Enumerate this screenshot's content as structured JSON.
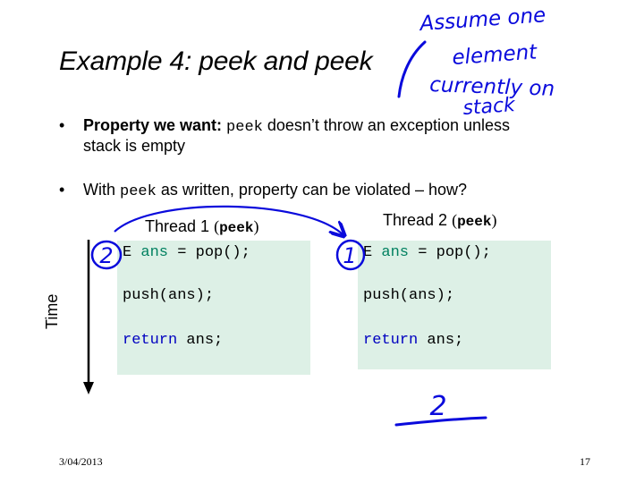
{
  "slide": {
    "title": "Example 4: peek and peek",
    "date": "3/04/2013",
    "page_number": "17"
  },
  "bullets": [
    {
      "marker": "•",
      "bold_lead": "Property we want:",
      "code": "peek",
      "text_after": "doesn’t throw an exception unless",
      "line2": "stack is empty"
    },
    {
      "marker": "•",
      "text_before": "With",
      "code": "peek",
      "text_after": "as written, property can be violated – how?"
    }
  ],
  "threads": [
    {
      "label": "Thread 1",
      "paren_open": "(",
      "method": "peek",
      "paren_close": ")",
      "code": {
        "l1_start": "E ",
        "l1_var": "ans",
        "l1_rest": " = pop();",
        "l2": "push(ans);",
        "l3_kw": "return",
        "l3_rest": " ans;"
      }
    },
    {
      "label": "Thread 2",
      "paren_open": "(",
      "method": "peek",
      "paren_close": ")",
      "code": {
        "l1_start": "E ",
        "l1_var": "ans",
        "l1_rest": " = pop();",
        "l2": "push(ans);",
        "l3_kw": "return",
        "l3_rest": " ans;"
      }
    }
  ],
  "time_axis_label": "Time",
  "annotations": {
    "handwritten_note": [
      "Assume one",
      "element",
      "currently on",
      "stack"
    ],
    "step_marker_thread1": "2",
    "step_marker_thread2": "1",
    "bottom_handwritten": "2"
  },
  "colors": {
    "ink": "#0a0adc",
    "code_bg": "#ddf0e6",
    "keyword": "#0000c0",
    "variable": "#008060"
  }
}
